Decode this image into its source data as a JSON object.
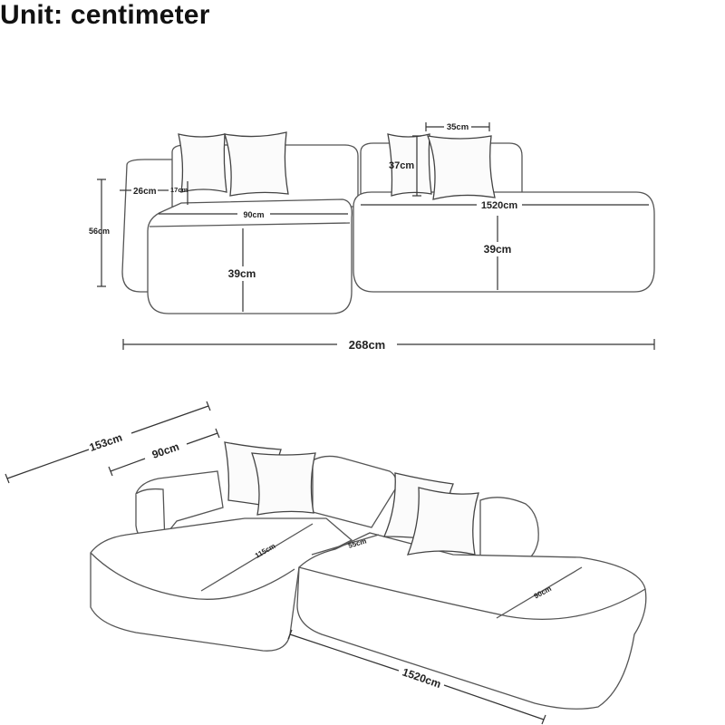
{
  "title": "Unit: centimeter",
  "front_view": {
    "pillow_width": "35cm",
    "pillow_height": "37cm",
    "arm_width": "26cm",
    "arm_height": "17cm",
    "total_height": "56cm",
    "chaise_width": "90cm",
    "right_seat_width": "1520cm",
    "seat_height_left": "39cm",
    "seat_height_right": "39cm",
    "total_width": "268cm"
  },
  "perspective_view": {
    "depth_total": "153cm",
    "depth_chaise": "90cm",
    "left_seat_length": "115cm",
    "backrest_depth": "55cm",
    "chaise_depth": "90cm",
    "total_length": "1520cm"
  }
}
